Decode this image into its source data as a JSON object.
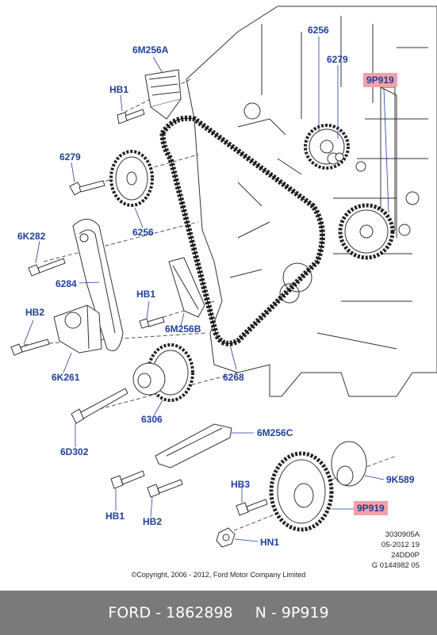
{
  "labels": {
    "l_6m256a": "6M256A",
    "l_hb1_top": "HB1",
    "l_6256_top": "6256",
    "l_6279_top": "6279",
    "l_9p919_top": "9P919",
    "l_6279_left": "6279",
    "l_6256_left": "6256",
    "l_6k282": "6K282",
    "l_6284": "6284",
    "l_hb1_mid": "HB1",
    "l_6m256b": "6M256B",
    "l_hb2_mid": "HB2",
    "l_6k261": "6K261",
    "l_6268": "6268",
    "l_6306": "6306",
    "l_6d302": "6D302",
    "l_6m256c": "6M256C",
    "l_9k589": "9K589",
    "l_hb3": "HB3",
    "l_9p919_bot": "9P919",
    "l_hb1_bot": "HB1",
    "l_hb2_bot": "HB2",
    "l_hn1": "HN1"
  },
  "meta": {
    "line1": "3030905A",
    "line2": "05-2012 19",
    "line3": "24DD0P",
    "line4": "G 0144982 05"
  },
  "copyright": "©Copyright, 2006 - 2012, Ford Motor Company Limited",
  "footer": {
    "left": "FORD - 1862898",
    "right": "N - 9P919"
  },
  "colors": {
    "label": "#1f3f9a",
    "highlight": "#f4a0a8",
    "footer_bg": "#7a7a7a"
  }
}
